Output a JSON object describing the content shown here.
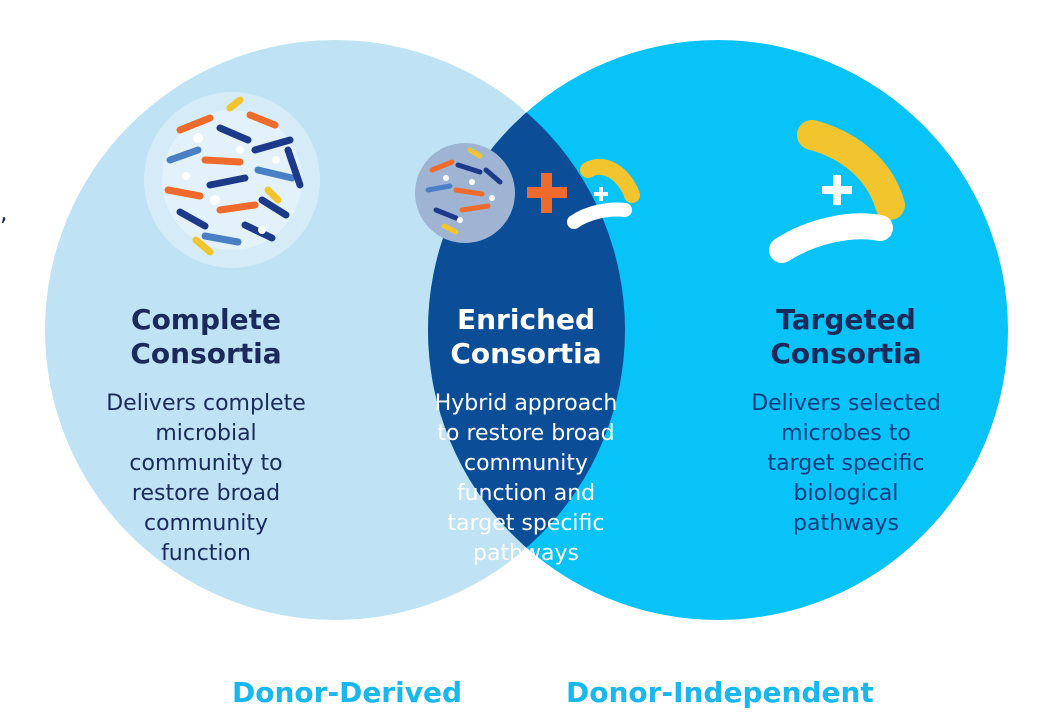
{
  "edge_text": ",",
  "colors": {
    "left_circle": "#bfe3f4",
    "right_circle": "#08c3f7",
    "overlap": "#0b4d96",
    "dark_text": "#1b2a5a",
    "label_accent": "#18b7ee",
    "bacteria_orange": "#ee6b2d",
    "bacteria_navy": "#1d3a8a",
    "bacteria_blue": "#4a7fc6",
    "bacteria_yellow": "#f2c52e"
  },
  "icons": [
    "complete-consortia-icon",
    "enriched-consortia-icon",
    "targeted-consortia-icon",
    "plus-icon"
  ],
  "left": {
    "title": "Complete\nConsortia",
    "body": "Delivers complete\nmicrobial\ncommunity to\nrestore broad\ncommunity\nfunction"
  },
  "middle": {
    "title": "Enriched\nConsortia",
    "body": "Hybrid approach\nto restore broad\ncommunity\nfunction and\ntarget specific\npathways"
  },
  "right": {
    "title": "Targeted\nConsortia",
    "body": "Delivers selected\nmicrobes to\ntarget specific\nbiological\npathways"
  },
  "bottom_labels": {
    "left": "Donor-Derived",
    "right": "Donor-Independent"
  }
}
